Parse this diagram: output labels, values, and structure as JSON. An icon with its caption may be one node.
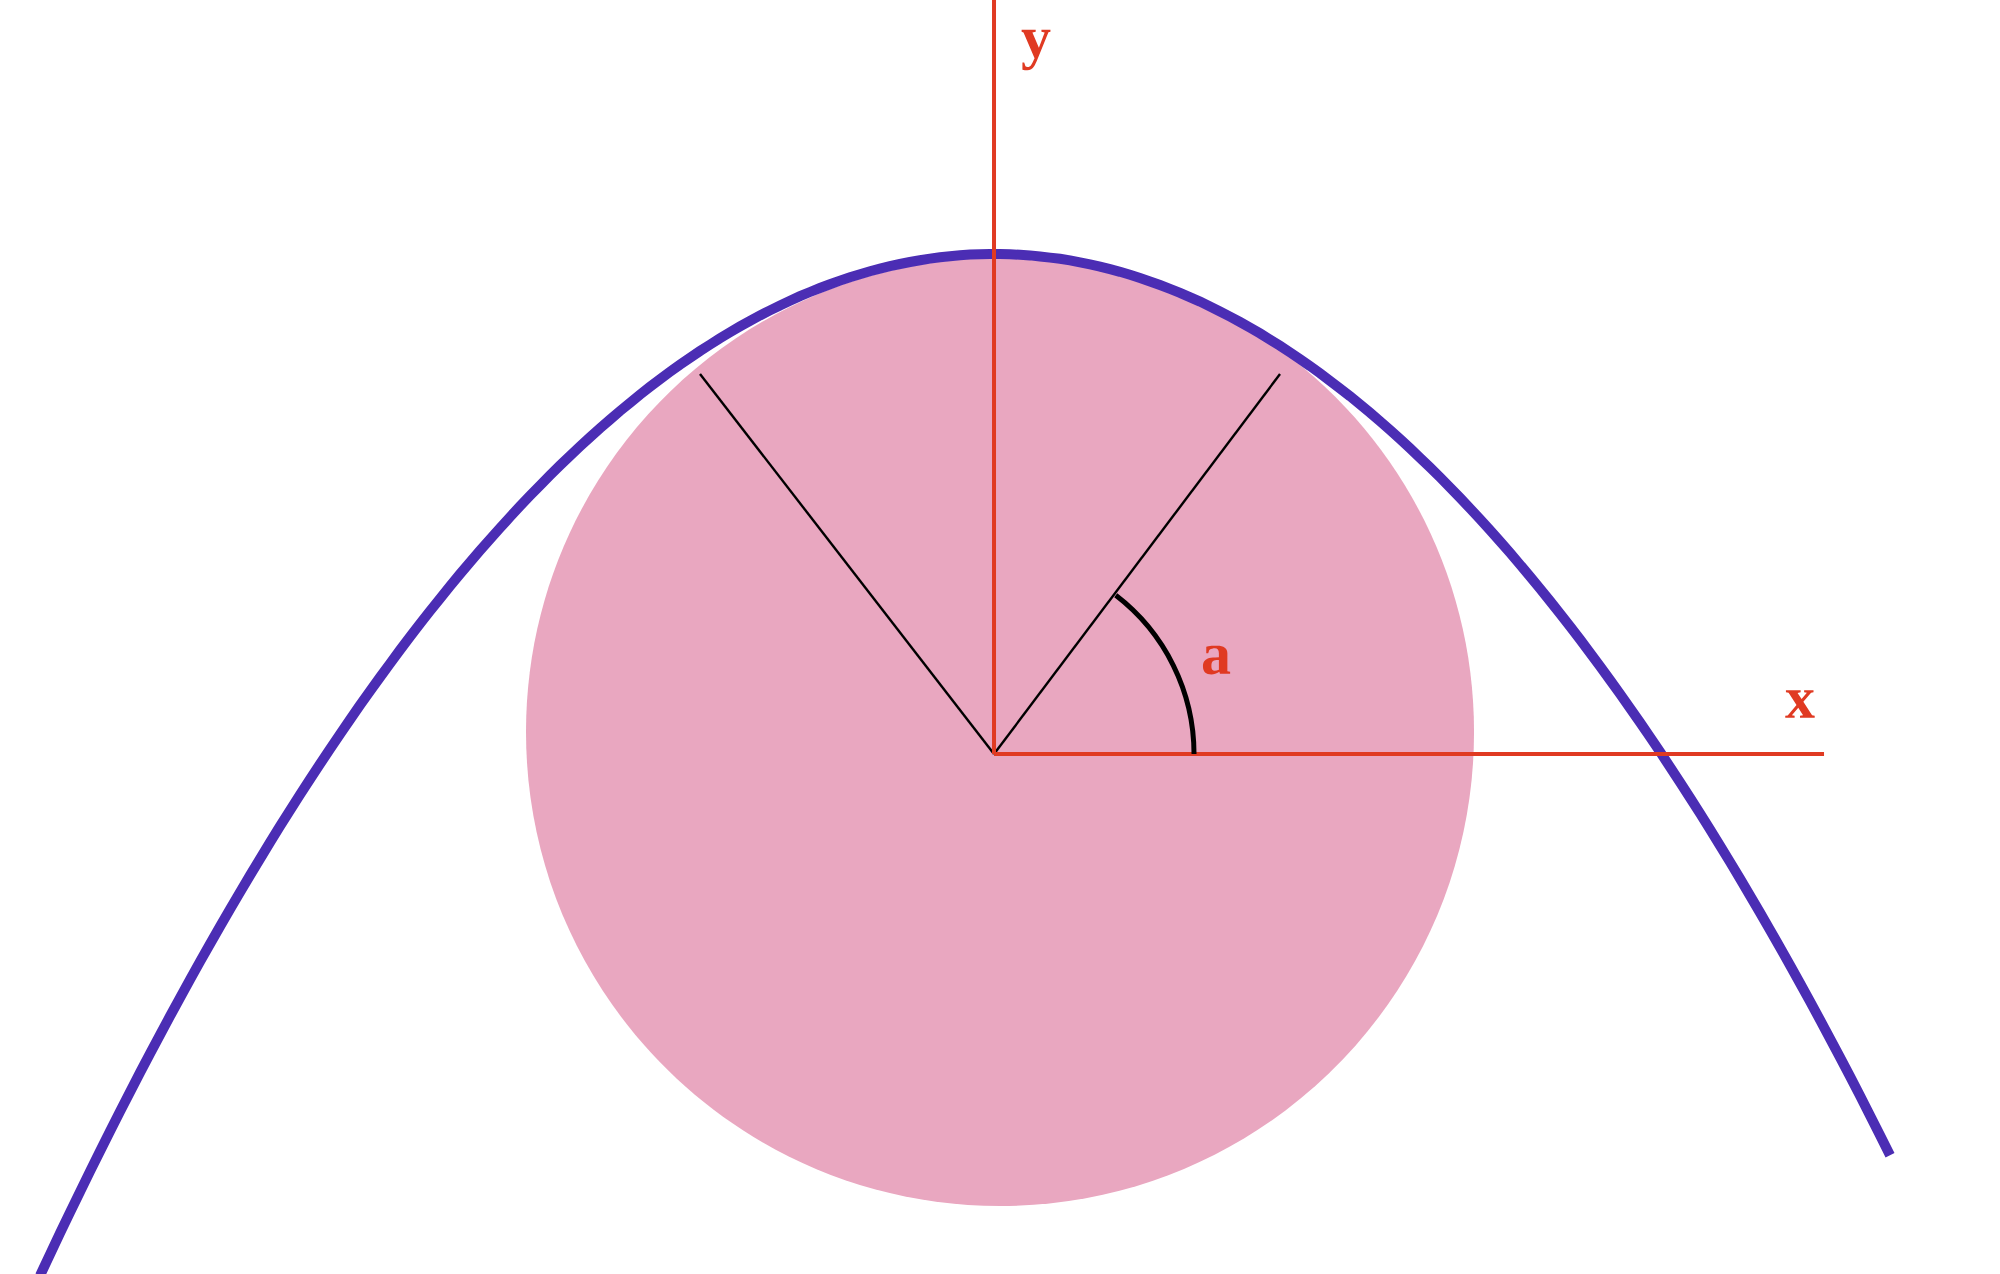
{
  "diagram": {
    "labels": [
      "y",
      "x",
      "a"
    ]
  }
}
